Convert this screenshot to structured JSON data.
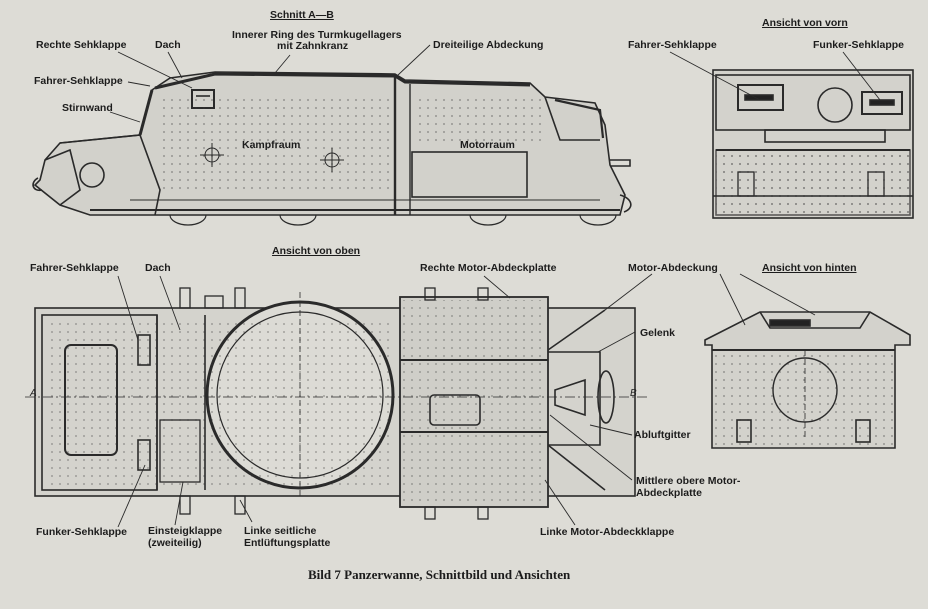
{
  "labels": {
    "schnitt": "Schnitt A—B",
    "rechte_sehklappe": "Rechte Sehklappe",
    "dach_top": "Dach",
    "innerer_ring_1": "Innerer Ring des Turmkugellagers",
    "innerer_ring_2": "mit Zahnkranz",
    "dreiteilige": "Dreiteilige Abdeckung",
    "fahrer_sehklappe_side": "Fahrer-Sehklappe",
    "stirnwand": "Stirnwand",
    "kampfraum": "Kampfraum",
    "motorraum": "Motorraum",
    "ansicht_vorn": "Ansicht von vorn",
    "fahrer_sehklappe_front": "Fahrer-Sehklappe",
    "funker_sehklappe_front": "Funker-Sehklappe",
    "ansicht_oben": "Ansicht von oben",
    "fahrer_sehklappe_top": "Fahrer-Sehklappe",
    "dach_plan": "Dach",
    "rechte_motor": "Rechte Motor-Abdeckplatte",
    "motor_abdeckung": "Motor-Abdeckung",
    "ansicht_hinten": "Ansicht von hinten",
    "gelenk": "Gelenk",
    "abluftgitter": "Abluftgitter",
    "mittlere_1": "Mittlere obere Motor-",
    "mittlere_2": "Abdeckplatte",
    "funker_sehklappe_plan": "Funker-Sehklappe",
    "einsteig_1": "Einsteigklappe",
    "einsteig_2": "(zweiteilig)",
    "linke_seitliche_1": "Linke seitliche",
    "linke_seitliche_2": "Entlüftungsplatte",
    "linke_motor": "Linke Motor-Abdeckklappe",
    "axis_a": "A",
    "axis_b": "B"
  },
  "caption": "Bild 7   Panzerwanne, Schnittbild und Ansichten",
  "colors": {
    "ink": "#2a2a2a",
    "paper": "#dddcd6",
    "line": "#3a3a3a"
  }
}
